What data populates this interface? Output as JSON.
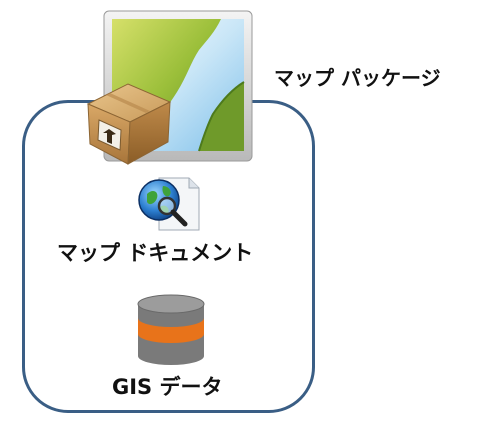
{
  "labels": {
    "map_package": "マップ パッケージ",
    "map_document": "マップ ドキュメント",
    "gis_data": "GIS データ"
  },
  "icons": {
    "map_package": "map-package-icon",
    "package_box": "cardboard-box-icon",
    "map_document": "globe-document-icon",
    "gis_data": "database-icon"
  },
  "colors": {
    "frame_border": "#3a5e85",
    "database_band": "#e8731a",
    "database_body": "#777777"
  }
}
